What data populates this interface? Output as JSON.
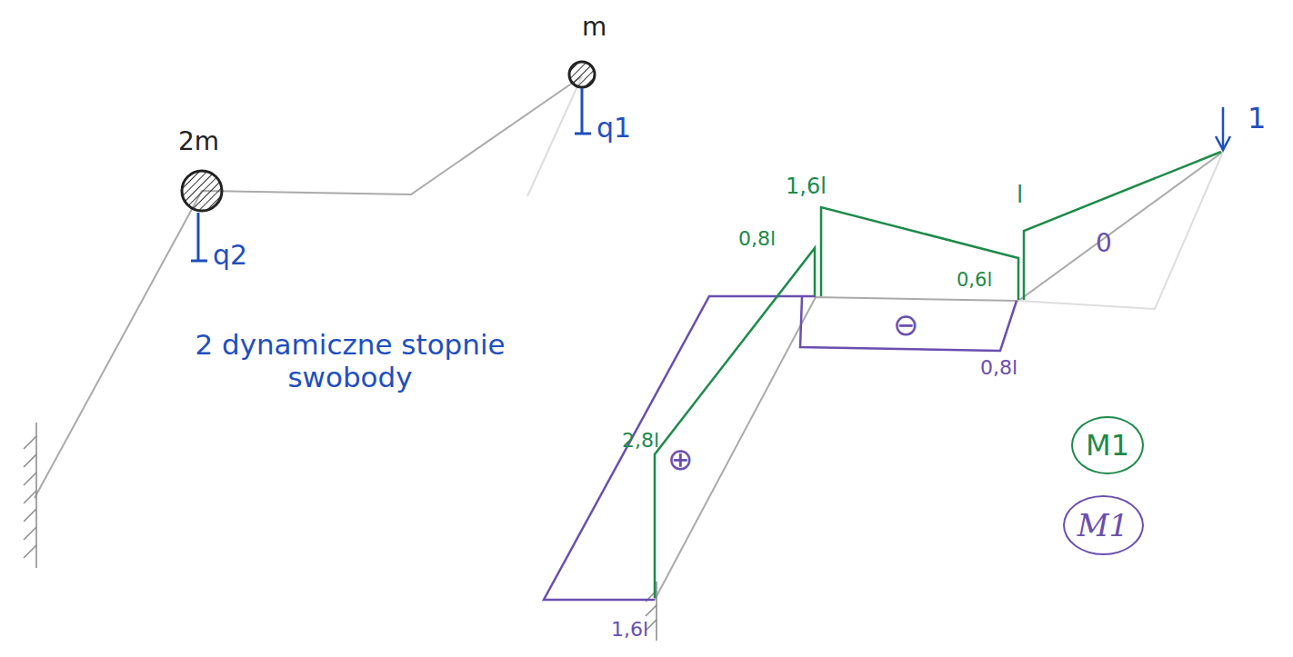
{
  "diagram": {
    "nodes": [
      {
        "text": [
          "M1"
        ]
      },
      {
        "text": [
          "M1"
        ]
      }
    ],
    "labels": [
      "m",
      "2m",
      "q1",
      "q2",
      "2 dynamiczne stopnie swobody",
      "1",
      "1,6l",
      "l",
      "0,8l",
      "0,6l",
      "0",
      "⊖",
      "0,8l",
      "2,8l",
      "⊕",
      "1,6l"
    ]
  }
}
